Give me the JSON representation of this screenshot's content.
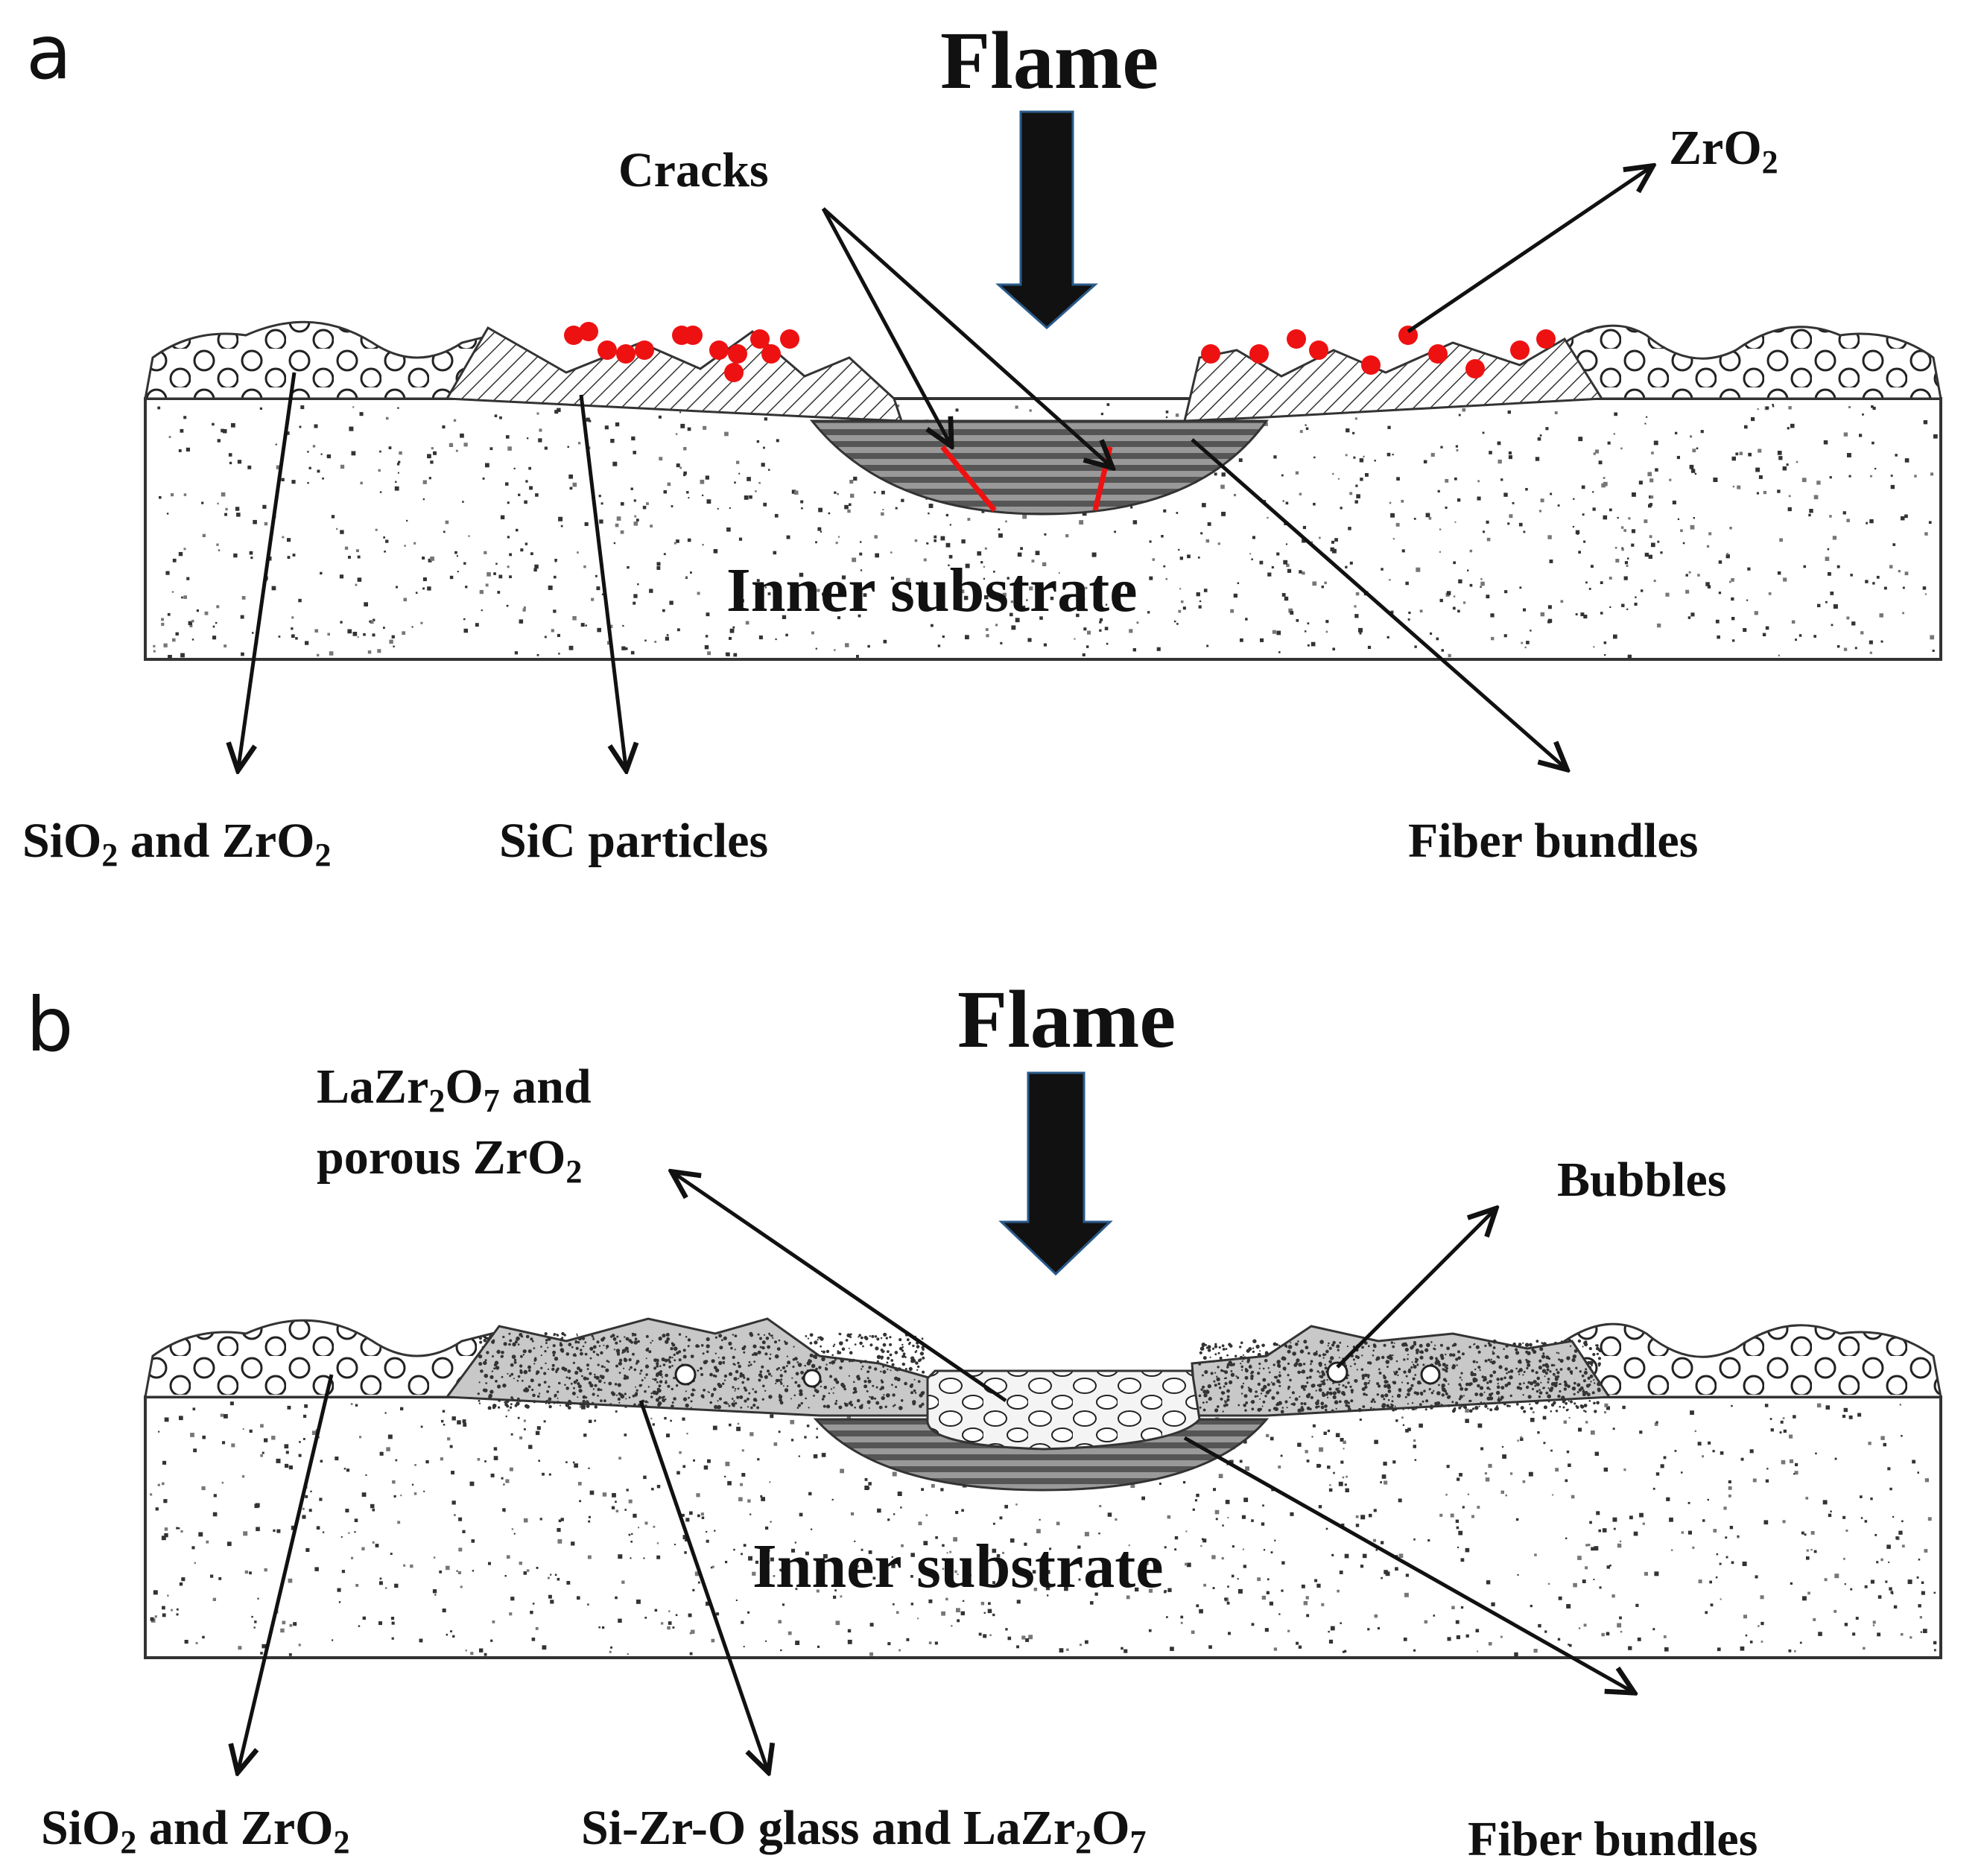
{
  "panel_a": {
    "letter": "a",
    "flame": "Flame",
    "cracks": "Cracks",
    "zro2": "ZrO",
    "zro2_sub": "2",
    "substrate": "Inner substrate",
    "sio2_zro2": {
      "t1": "SiO",
      "s1": "2",
      "t2": " and ZrO",
      "s2": "2"
    },
    "sic": "SiC particles",
    "fiber": "Fiber bundles"
  },
  "panel_b": {
    "letter": "b",
    "flame": "Flame",
    "lazr_line1": {
      "t1": "LaZr",
      "s1": "2",
      "t2": "O",
      "s2": "7",
      "t3": " and"
    },
    "lazr_line2": {
      "t1": "porous ZrO",
      "s1": "2"
    },
    "bubbles": "Bubbles",
    "substrate": "Inner substrate",
    "sio2_zro2": {
      "t1": "SiO",
      "s1": "2",
      "t2": " and ZrO",
      "s2": "2"
    },
    "glass": {
      "t1": "Si-Zr-O glass and LaZr",
      "s1": "2",
      "t2": "O",
      "s2": "7"
    },
    "fiber": "Fiber bundles"
  },
  "colors": {
    "crack_red": "#ee1111",
    "zro2_dot": "#ee1111",
    "fiber_dark": "#555555",
    "fiber_light": "#999999"
  }
}
